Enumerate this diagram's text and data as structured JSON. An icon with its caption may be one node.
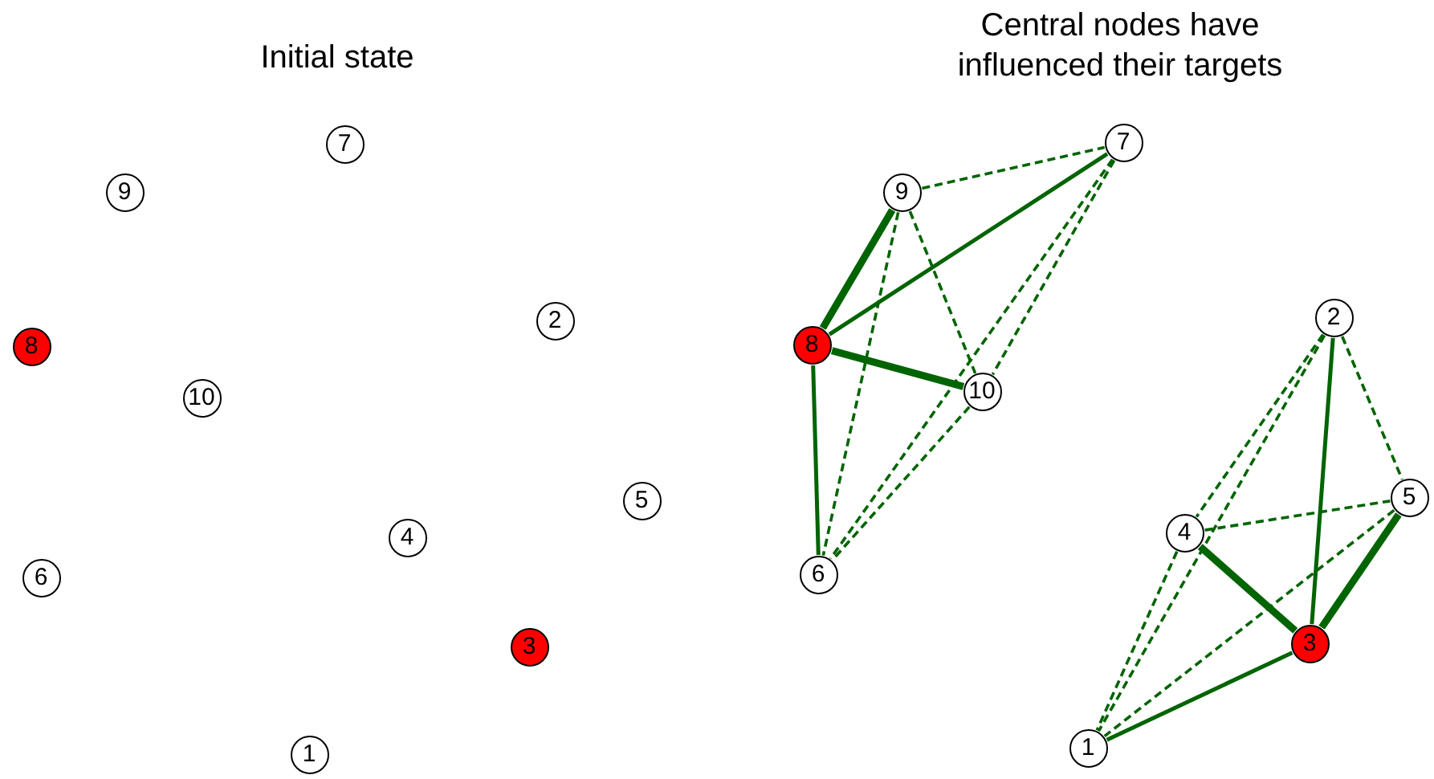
{
  "diagram": {
    "nodes": [
      {
        "text": [
          "1"
        ]
      },
      {
        "text": [
          "2"
        ]
      },
      {
        "text": [
          "3"
        ]
      },
      {
        "text": [
          "4"
        ]
      },
      {
        "text": [
          "5"
        ]
      },
      {
        "text": [
          "6"
        ]
      },
      {
        "text": [
          "7"
        ]
      },
      {
        "text": [
          "8"
        ]
      },
      {
        "text": [
          "9"
        ]
      },
      {
        "text": [
          "10"
        ]
      },
      {
        "text": [
          "1"
        ]
      },
      {
        "text": [
          "2"
        ]
      },
      {
        "text": [
          "3"
        ]
      },
      {
        "text": [
          "4"
        ]
      },
      {
        "text": [
          "5"
        ]
      },
      {
        "text": [
          "6"
        ]
      },
      {
        "text": [
          "7"
        ]
      },
      {
        "text": [
          "8"
        ]
      },
      {
        "text": [
          "9"
        ]
      },
      {
        "text": [
          "10"
        ]
      }
    ],
    "edges": [
      {
        "from": 17,
        "to": 18,
        "arrow": "none",
        "style": "thick"
      },
      {
        "from": 17,
        "to": 16,
        "arrow": "none"
      },
      {
        "from": 17,
        "to": 19,
        "arrow": "none",
        "style": "thick"
      },
      {
        "from": 17,
        "to": 15,
        "arrow": "none"
      },
      {
        "from": 18,
        "to": 16,
        "arrow": "none",
        "style": "dashed"
      },
      {
        "from": 18,
        "to": 15,
        "arrow": "none",
        "style": "dashed"
      },
      {
        "from": 18,
        "to": 19,
        "arrow": "none",
        "style": "dashed"
      },
      {
        "from": 16,
        "to": 15,
        "arrow": "none",
        "style": "dashed"
      },
      {
        "from": 16,
        "to": 19,
        "arrow": "none",
        "style": "dashed"
      },
      {
        "from": 19,
        "to": 15,
        "arrow": "none",
        "style": "dashed"
      },
      {
        "from": 12,
        "to": 11,
        "arrow": "none"
      },
      {
        "from": 12,
        "to": 13,
        "arrow": "none",
        "style": "thick"
      },
      {
        "from": 12,
        "to": 14,
        "arrow": "none",
        "style": "thick"
      },
      {
        "from": 12,
        "to": 10,
        "arrow": "none"
      },
      {
        "from": 11,
        "to": 13,
        "arrow": "none",
        "style": "dashed"
      },
      {
        "from": 11,
        "to": 10,
        "arrow": "none",
        "style": "dashed"
      },
      {
        "from": 11,
        "to": 14,
        "arrow": "none",
        "style": "dashed"
      },
      {
        "from": 13,
        "to": 14,
        "arrow": "none",
        "style": "dashed"
      },
      {
        "from": 13,
        "to": 10,
        "arrow": "none",
        "style": "dashed"
      },
      {
        "from": 14,
        "to": 10,
        "arrow": "none",
        "style": "dashed"
      }
    ],
    "labels": [
      "Initial state",
      "Central nodes have influenced their targets"
    ]
  }
}
